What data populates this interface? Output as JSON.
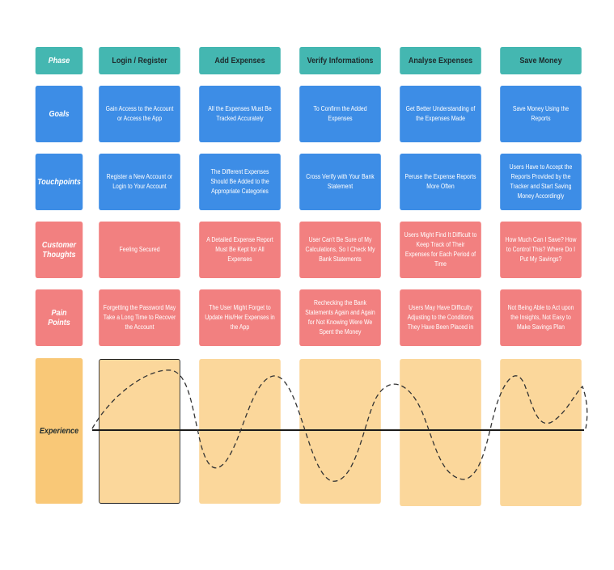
{
  "rows": {
    "phase": {
      "label": "Phase",
      "cells": [
        "Login / Register",
        "Add Expenses",
        "Verify Informations",
        "Analyse Expenses",
        "Save Money"
      ]
    },
    "goals": {
      "label": "Goals",
      "cells": [
        "Gain Access to the Account or Access the App",
        "All the Expenses Must Be Tracked Accurately",
        "To Confirm the Added Expenses",
        "Get Better Understanding of the Expenses Made",
        "Save Money Using the Reports"
      ]
    },
    "touchpoints": {
      "label": "Touchpoints",
      "cells": [
        "Register a New Account or Login to Your Account",
        "The Different Expenses Should Be Added to the Appropriate Categories",
        "Cross Verify with Your Bank Statement",
        "Peruse the Expense Reports More Often",
        "Users Have to Accept the Reports Provided by the Tracker and Start Saving Money Accordingly"
      ]
    },
    "customer_thoughts": {
      "label": "Customer Thoughts",
      "cells": [
        "Feeling Secured",
        "A Detailed Expense Report Must Be Kept for All Expenses",
        "User Can't Be Sure of My Calculations, So I Check My Bank Statements",
        "Users Might Find It Difficult to Keep Track of Their Expenses for Each Period of Time",
        "How Much Can I Save? How to Control This? Where Do I Put My Savings?"
      ]
    },
    "pain_points": {
      "label": "Pain Points",
      "cells": [
        "Forgetting the Password May Take a Long Time to Recover the Account",
        "The User Might Forget to Update His/Her Expenses in the App",
        "Rechecking the Bank Statements Again and Again for Not Knowing Were We Spent the Money",
        "Users May Have Difficulty Adjusting to the Conditions They Have Been Placed in",
        "Not Being Able to Act upon the Insights, Not Easy to Make Savings Plan"
      ]
    },
    "experience": {
      "label": "Experience"
    }
  },
  "colors": {
    "phase": "#44b7b1",
    "goals": "#3d8de6",
    "touchpoints": "#3d8de6",
    "customer_thoughts": "#f28080",
    "pain_points": "#f28080",
    "experience_header": "#f9c877",
    "experience_cell": "#fbd79b",
    "curve": "#333333"
  }
}
